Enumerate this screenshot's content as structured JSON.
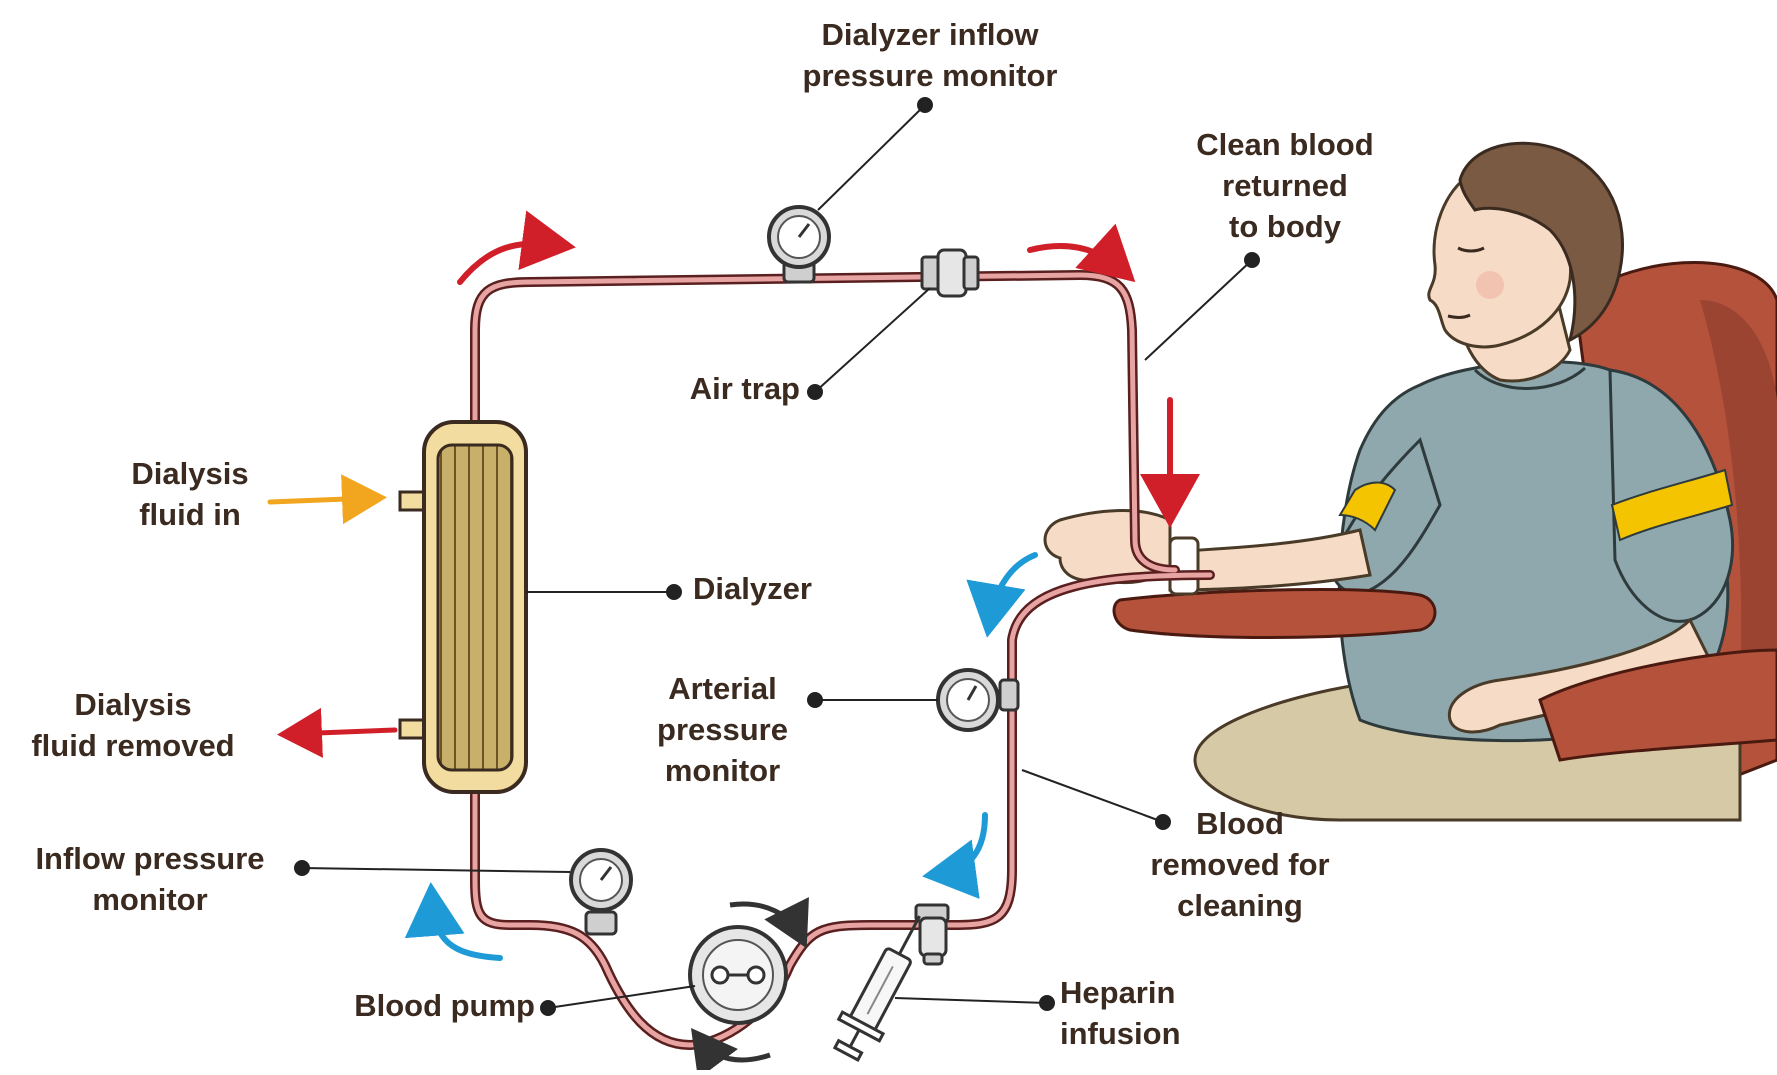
{
  "labels": {
    "dialyzer_inflow_pressure_monitor": "Dialyzer inflow\npressure monitor",
    "clean_blood_returned": "Clean blood\nreturned\nto body",
    "air_trap": "Air trap",
    "dialysis_fluid_in": "Dialysis\nfluid in",
    "dialyzer": "Dialyzer",
    "arterial_pressure_monitor": "Arterial\npressure\nmonitor",
    "dialysis_fluid_removed": "Dialysis\nfluid removed",
    "blood_removed_for_cleaning": "Blood\nremoved for\ncleaning",
    "inflow_pressure_monitor": "Inflow pressure\nmonitor",
    "blood_pump": "Blood pump",
    "heparin_infusion": "Heparin\ninfusion"
  },
  "colors": {
    "label_text": "#3a2a20",
    "blood_tube": "#e8a3a3",
    "tube_outline": "#5a1f1f",
    "flow_arrow_red": "#d11f2a",
    "flow_arrow_blue": "#1e9bd7",
    "fluid_in_arrow": "#f2a51e",
    "dialyzer_fill": "#c8b06a",
    "shirt": "#8fa8ad",
    "armband": "#f5c400",
    "chair": "#b5523c",
    "pants": "#d6c9a6",
    "hair": "#7a5a42",
    "skin": "#f6dcc6"
  },
  "icons": {
    "blood_pump": "rotary-pump-icon",
    "gauges": "pressure-gauge-icon",
    "air_traps": "air-trap-icon",
    "syringe": "syringe-icon",
    "patient": "patient-illustration"
  }
}
